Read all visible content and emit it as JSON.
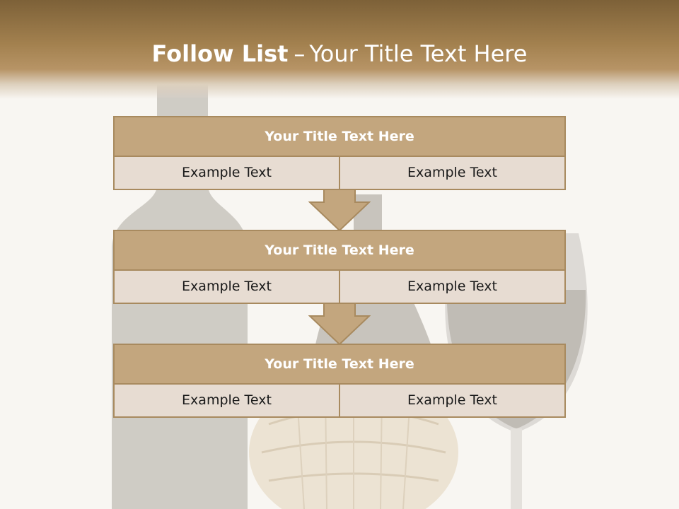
{
  "slide": {
    "title_bold": "Follow List",
    "title_separator": "–",
    "title_rest": "Your Title Text Here"
  },
  "steps": [
    {
      "title": "Your Title Text Here",
      "left": "Example Text",
      "right": "Example Text"
    },
    {
      "title": "Your Title Text Here",
      "left": "Example Text",
      "right": "Example Text"
    },
    {
      "title": "Your Title Text Here",
      "left": "Example Text",
      "right": "Example Text"
    }
  ],
  "colors": {
    "header_dark": "#7d6138",
    "header_light": "#b79466",
    "box_title_bg": "#c3a67e",
    "box_cell_bg": "#e7dcd2",
    "border": "#a88a5f",
    "background": "#f8f6f2"
  },
  "background_image": "faded-wine-bottles-and-glass"
}
